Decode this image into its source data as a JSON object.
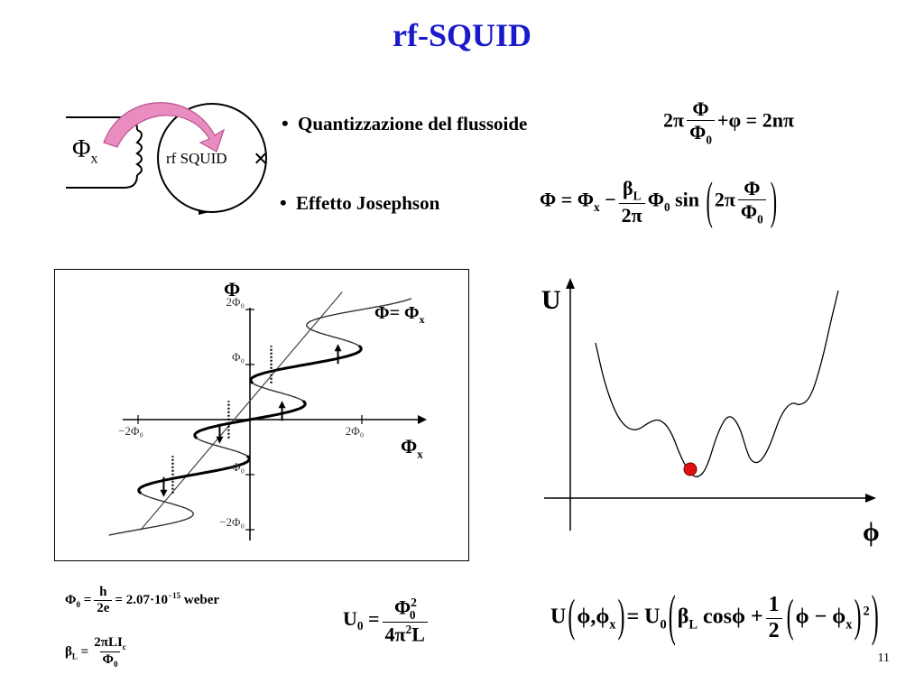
{
  "slide": {
    "title": "rf-SQUID",
    "page_number": "11"
  },
  "diagram": {
    "flux_label": "Φ",
    "flux_sub": "x",
    "squid_label": "rf SQUID",
    "arrow_color": "#e98dc0",
    "junction_glyph": "×"
  },
  "bullets": [
    {
      "glyph": "•",
      "text": "Quantizzazione del flussoide"
    },
    {
      "glyph": "•",
      "text": "Effetto Josephson"
    }
  ],
  "hysteresis_plot": {
    "y_axis_label": "Φ",
    "x_axis_label": "Φ",
    "x_axis_sub": "x",
    "line_label": "Φ= Φ",
    "line_label_sub": "x",
    "y_ticks": [
      {
        "value": 2,
        "label": "2Φ₀"
      },
      {
        "value": 1,
        "label": "Φ₀"
      },
      {
        "value": -1,
        "label": "−Φ₀"
      },
      {
        "value": -2,
        "label": "−2Φ₀"
      }
    ],
    "x_ticks": [
      {
        "value": -2,
        "label": "−2Φ₀"
      },
      {
        "value": 2,
        "label": "2Φ₀"
      }
    ]
  },
  "potential_plot": {
    "y_axis_label": "U",
    "x_axis_label": "ϕ",
    "marker_color": "#e01010"
  },
  "formulas": {
    "phi0_def": {
      "lhs": "Φ",
      "lhs_sub": "0",
      "num": "h",
      "den": "2e",
      "rhs": "= 2.07·10",
      "exp": "−15",
      "unit": "weber"
    },
    "betaL_def": {
      "lhs": "β",
      "lhs_sub": "L",
      "num": "2πLI",
      "num_sub": "c",
      "den": "Φ",
      "den_sub": "0"
    },
    "u0_def": {
      "lhs": "U",
      "lhs_sub": "0",
      "num": "Φ",
      "num_sup": "2",
      "num_sub": "0",
      "den": "4π",
      "den_sup": "2",
      "den_tail": "L"
    }
  }
}
